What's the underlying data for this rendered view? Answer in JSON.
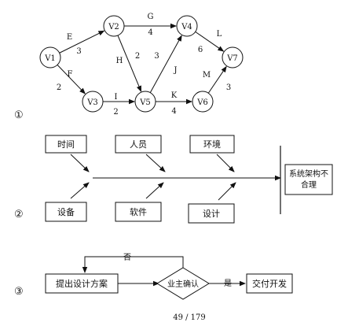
{
  "network": {
    "nodes": [
      {
        "id": "V1",
        "label": "V1"
      },
      {
        "id": "V2",
        "label": "V2"
      },
      {
        "id": "V3",
        "label": "V3"
      },
      {
        "id": "V4",
        "label": "V4"
      },
      {
        "id": "V5",
        "label": "V5"
      },
      {
        "id": "V6",
        "label": "V6"
      },
      {
        "id": "V7",
        "label": "V7"
      }
    ],
    "edges": [
      {
        "from": "V1",
        "to": "V2",
        "name": "E",
        "weight": "3"
      },
      {
        "from": "V1",
        "to": "V3",
        "name": "F",
        "weight": "2"
      },
      {
        "from": "V2",
        "to": "V4",
        "name": "G",
        "weight": "4"
      },
      {
        "from": "V2",
        "to": "V5",
        "name": "H",
        "weight": "2"
      },
      {
        "from": "V3",
        "to": "V5",
        "name": "I",
        "weight": "2"
      },
      {
        "from": "V5",
        "to": "V4",
        "name": "J",
        "weight": "3"
      },
      {
        "from": "V5",
        "to": "V6",
        "name": "K",
        "weight": "4"
      },
      {
        "from": "V4",
        "to": "V7",
        "name": "L",
        "weight": "6"
      },
      {
        "from": "V6",
        "to": "V7",
        "name": "M",
        "weight": "3"
      }
    ]
  },
  "fishbone": {
    "causes_top": [
      "时间",
      "人员",
      "环境"
    ],
    "causes_bottom": [
      "设备",
      "软件",
      "设计"
    ],
    "effect_line1": "系统架构不",
    "effect_line2": "合理"
  },
  "flow": {
    "step1": "提出设计方案",
    "decision": "业主确认",
    "step2": "交付开发",
    "no_label": "否",
    "yes_label": "是"
  },
  "markers": [
    "①",
    "②",
    "③"
  ],
  "page_number": "49 / 179"
}
